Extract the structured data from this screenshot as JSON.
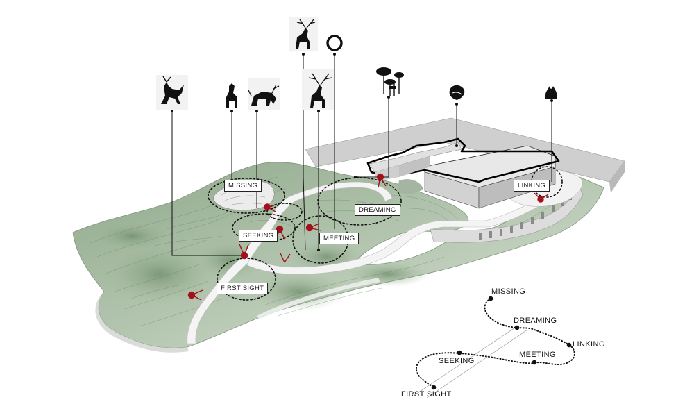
{
  "diagram": {
    "zone_labels": {
      "missing": "MISSING",
      "seeking": "SEEKING",
      "meeting": "MEETING",
      "first_sight": "FIRST SIGHT",
      "dreaming": "DREAMING",
      "linking": "LINKING"
    },
    "route_labels": {
      "missing": "MISSING",
      "dreaming": "DREAMING",
      "linking": "LINKING",
      "meeting": "MEETING",
      "seeking": "SEEKING",
      "first_sight": "FIRST SIGHT"
    },
    "icons": [
      "deer-leaping-icon",
      "alpaca-icon",
      "deer-grazing-icon",
      "stag-standing-icon",
      "circle-icon",
      "stag-looking-icon",
      "mushroom-pavilion-icon",
      "leaf-pavilion-icon",
      "flame-sculpture-icon"
    ],
    "colors": {
      "terrain": "#8fa98b",
      "terrain_light": "#dfe6dc",
      "path": "#f7f7f7",
      "marker": "#a3101a",
      "line": "#111111",
      "building": "#eeeeee"
    }
  }
}
